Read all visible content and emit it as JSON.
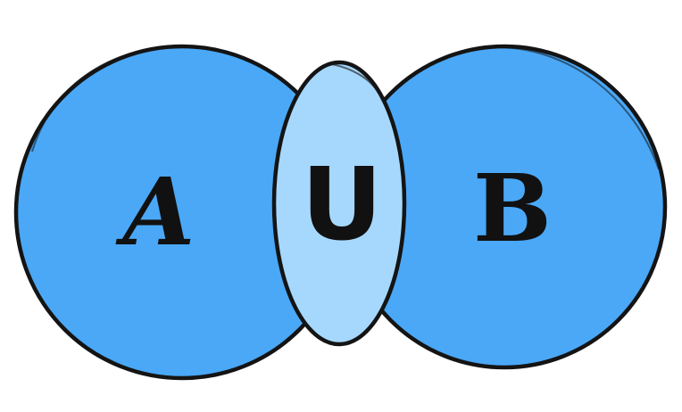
{
  "diagram": {
    "type": "venn",
    "colors": {
      "set_fill": "#4aa8f7",
      "intersection_fill": "#a6d8fd",
      "outline": "#141414",
      "text": "#111111"
    },
    "sets": [
      {
        "id": "a",
        "label": "A"
      },
      {
        "id": "b",
        "label": "B"
      }
    ],
    "operator": {
      "label": "U"
    }
  }
}
